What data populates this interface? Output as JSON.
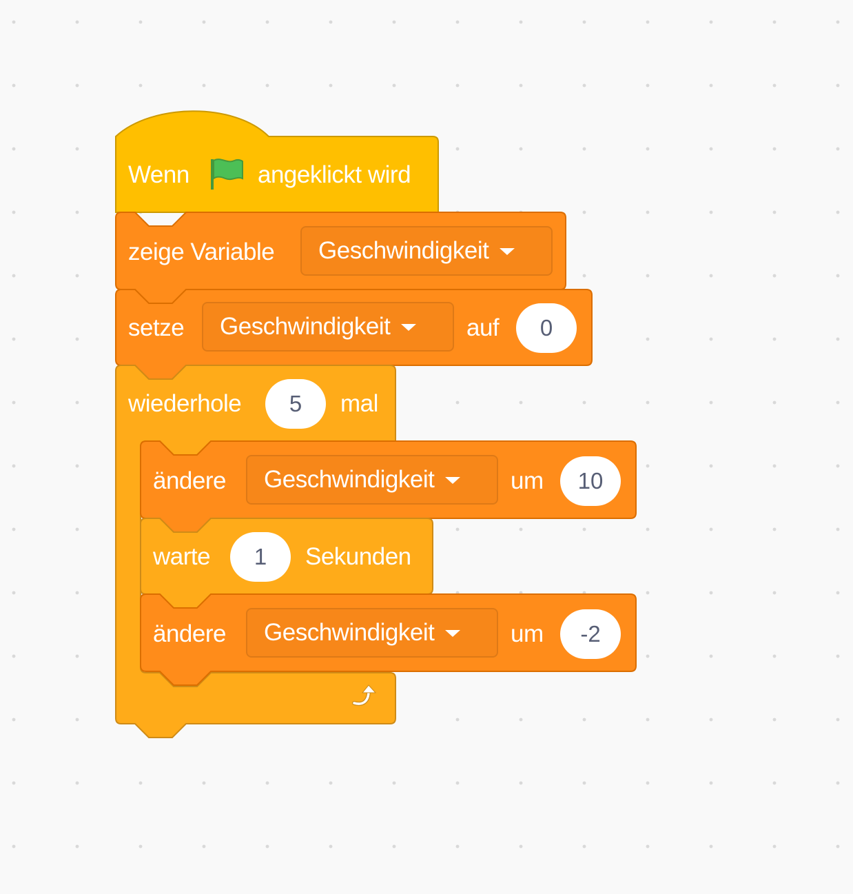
{
  "blocks": {
    "hat": {
      "when_label": "Wenn",
      "flag_icon": "green-flag-icon",
      "clicked_label": "angeklickt wird"
    },
    "show_variable": {
      "label": "zeige Variable",
      "variable": "Geschwindigkeit"
    },
    "set_variable": {
      "label": "setze",
      "variable": "Geschwindigkeit",
      "to_label": "auf",
      "value": "0"
    },
    "repeat": {
      "label": "wiederhole",
      "count": "5",
      "times_label": "mal",
      "loop_icon": "loop-arrow-icon"
    },
    "change_1": {
      "label": "ändere",
      "variable": "Geschwindigkeit",
      "by_label": "um",
      "value": "10"
    },
    "wait": {
      "label": "warte",
      "value": "1",
      "unit_label": "Sekunden"
    },
    "change_2": {
      "label": "ändere",
      "variable": "Geschwindigkeit",
      "by_label": "um",
      "value": "-2"
    }
  },
  "colors": {
    "events": "#ffbf00",
    "variables": "#ff8c1a",
    "control": "#ffab19",
    "background": "#f9f9f9"
  }
}
